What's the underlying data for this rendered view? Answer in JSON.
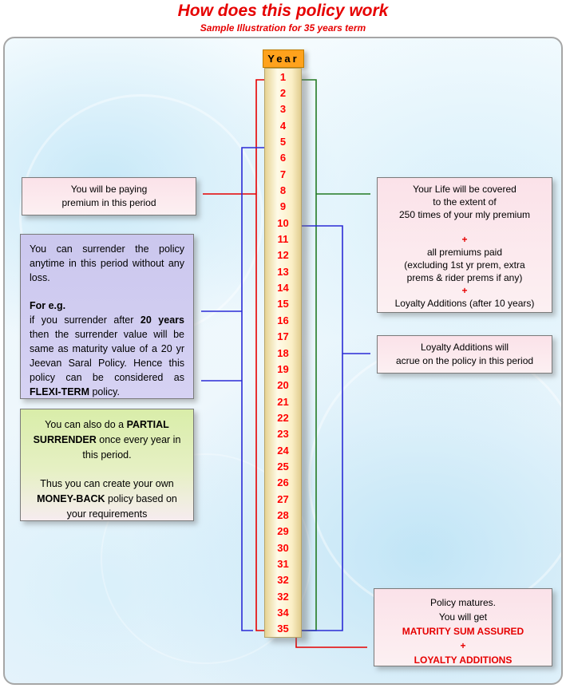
{
  "title": "How does this policy work",
  "subtitle": "Sample Illustration for 35 years term",
  "colors": {
    "accent_red": "#E60000",
    "bracket_green": "#237A23",
    "bracket_blue": "#2B2BD6",
    "year_header_orange": "#FFA21C",
    "box_pink": "#FBE2E9",
    "box_lavender": "#CBC7EE",
    "box_green": "#D9EDA9"
  },
  "year_column": {
    "header": "Year",
    "years": [
      "1",
      "2",
      "3",
      "4",
      "5",
      "6",
      "7",
      "8",
      "9",
      "10",
      "11",
      "12",
      "13",
      "14",
      "15",
      "16",
      "17",
      "18",
      "19",
      "20",
      "21",
      "22",
      "23",
      "24",
      "25",
      "26",
      "27",
      "28",
      "29",
      "30",
      "31",
      "32",
      "32",
      "34",
      "35"
    ]
  },
  "left": {
    "premium_box": {
      "line1": "You will be paying",
      "line2": "premium in this period"
    },
    "surrender_box": {
      "para1": "You can surrender the policy anytime in this period without any loss.",
      "eg_label": "For e.g.",
      "eg_part1": "if you surrender after ",
      "eg_bold1": "20 years",
      "eg_part2": " then the surrender value will be same as maturity value of a 20 yr Jeevan Saral Policy. Hence this policy can be considered as ",
      "eg_bold2": "FLEXI-TERM",
      "eg_part3": " policy."
    },
    "partial_box": {
      "p1_part1": "You can also do a ",
      "p1_bold": "PARTIAL SURRENDER",
      "p1_part2": " once every year in this period.",
      "p2_part1": "Thus you can create your own ",
      "p2_bold": "MONEY-BACK",
      "p2_part2": " policy based on your requirements"
    }
  },
  "right": {
    "cover_box": {
      "line1": "Your Life will be covered",
      "line2": "to the extent of",
      "line3": "250 times of your mly premium",
      "plus1": "+",
      "line4": "all premiums paid",
      "line5": "(excluding 1st yr prem, extra",
      "line6": "prems & rider prems if any)",
      "plus2": "+",
      "line7": "Loyalty Additions (after 10 years)"
    },
    "loyalty_box": {
      "line1": "Loyalty Additions will",
      "line2": "acrue on the policy in this period"
    },
    "maturity_box": {
      "line1": "Policy matures.",
      "line2": "You will get",
      "line3": "MATURITY SUM ASSURED",
      "plus": "+",
      "line4": "LOYALTY ADDITIONS"
    }
  }
}
